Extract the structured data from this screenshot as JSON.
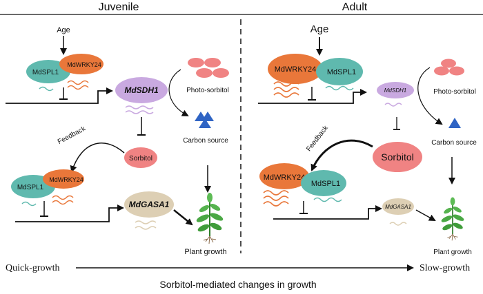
{
  "headers": {
    "juvenile": "Juvenile",
    "adult": "Adult"
  },
  "juvenile": {
    "age": "Age",
    "spl1": "MdSPL1",
    "wrky24": "MdWRKY24",
    "sdh1": "MdSDH1",
    "photo_sorbitol": "Photo-sorbitol",
    "carbon_source": "Carbon source",
    "feedback": "Feedback",
    "sorbitol": "Sorbitol",
    "spl1_b": "MdSPL1",
    "wrky24_b": "MdWRKY24",
    "gasa1": "MdGASA1",
    "plant_growth": "Plant growth"
  },
  "adult": {
    "age": "Age",
    "wrky24": "MdWRKY24",
    "spl1": "MdSPL1",
    "sdh1": "MdSDH1",
    "photo_sorbitol": "Photo-sorbitol",
    "carbon_source": "Carbon source",
    "feedback": "Feedback",
    "sorbitol": "Sorbitol",
    "wrky24_b": "MdWRKY24",
    "spl1_b": "MdSPL1",
    "gasa1": "MdGASA1",
    "plant_growth": "Plant growth"
  },
  "bottom": {
    "quick_growth": "Quick-growth",
    "slow_growth": "Slow-growth",
    "caption": "Sorbitol-mediated changes in growth"
  },
  "colors": {
    "spl1": "#5fb9ae",
    "wrky24": "#e9773a",
    "sdh1": "#c9a9e0",
    "sorbitol_pink": "#f08383",
    "gasa1": "#ddcfb4",
    "carbon_blue": "#2f64c4",
    "leaf_green": "#3f9c3a"
  }
}
